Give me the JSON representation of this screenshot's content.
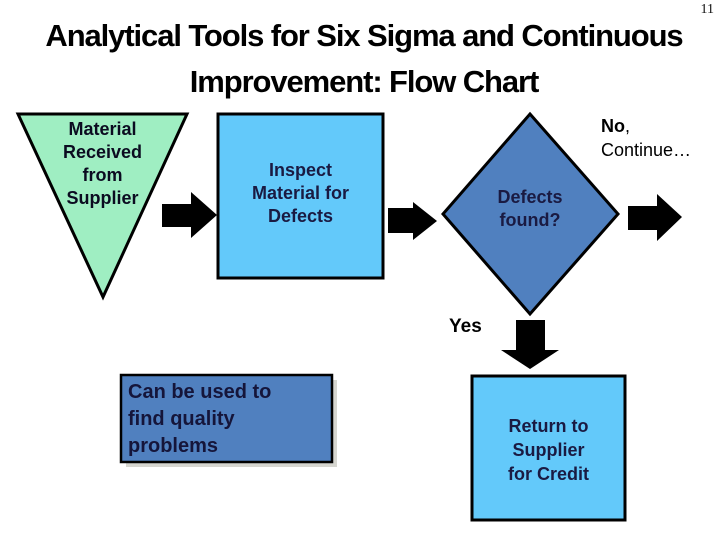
{
  "page_number": "11",
  "title": {
    "line1": "Analytical Tools for Six Sigma and Continuous",
    "line2": "Improvement: Flow Chart"
  },
  "colors": {
    "background": "#FFFFFF",
    "triangle_fill": "#9FEEC2",
    "process_fill": "#63C9FA",
    "decision_fill": "#5080BF",
    "note_fill": "#5080BF",
    "note_shadow": "#D6D6D0",
    "shape_border": "#000000",
    "arrow": "#000000",
    "label_text_navy": "#1A1A42",
    "title_text": "#000000"
  },
  "flowchart": {
    "nodes": {
      "start": {
        "shape": "inverted-triangle",
        "label": "Material\nReceived\nfrom\nSupplier"
      },
      "inspect": {
        "shape": "process",
        "label": "Inspect\nMaterial for\nDefects"
      },
      "decision": {
        "shape": "decision",
        "label": "Defects\nfound?"
      },
      "return": {
        "shape": "process",
        "label": "Return to\nSupplier\nfor Credit"
      }
    },
    "branches": {
      "no_word": "No",
      "no_punct": ",",
      "no_continue": "Continue…",
      "yes_label": "Yes"
    },
    "note": {
      "label": "Can be used to\nfind quality\nproblems"
    }
  }
}
